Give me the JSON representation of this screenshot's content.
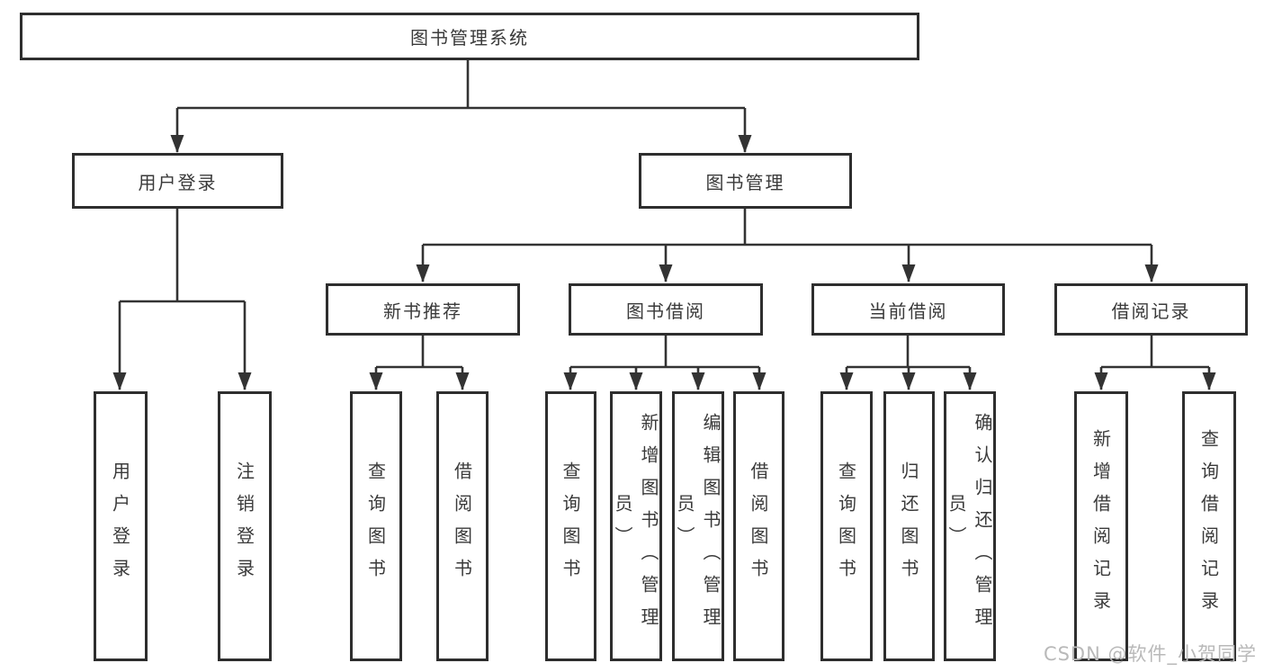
{
  "diagram": {
    "colors": {
      "background": "#ffffff",
      "box_border": "#2e2e2e",
      "line": "#333333",
      "text": "#3a3a3a",
      "watermark": "#b9b9b9"
    },
    "nodes": {
      "root": "图书管理系统",
      "user_login": "用户登录",
      "book_mgmt": "图书管理",
      "new_book_rec": "新书推荐",
      "book_borrow": "图书借阅",
      "current_borrow": "当前借阅",
      "borrow_record": "借阅记录",
      "leaf_user_login": "用户登录",
      "leaf_logout": "注销登录",
      "leaf_nbr_query": "查询图书",
      "leaf_nbr_borrow": "借阅图书",
      "leaf_bb_query": "查询图书",
      "leaf_bb_add": "新增图书（管理员）",
      "leaf_bb_edit": "编辑图书（管理员）",
      "leaf_bb_borrow": "借阅图书",
      "leaf_cb_query": "查询图书",
      "leaf_cb_return": "归还图书",
      "leaf_cb_confirm": "确认归还（管理员）",
      "leaf_br_add": "新增借阅记录",
      "leaf_br_query": "查询借阅记录"
    },
    "hierarchy": [
      {
        "parent": "图书管理系统",
        "children": [
          "用户登录",
          "图书管理"
        ]
      },
      {
        "parent": "用户登录",
        "children": [
          "用户登录",
          "注销登录"
        ]
      },
      {
        "parent": "图书管理",
        "children": [
          "新书推荐",
          "图书借阅",
          "当前借阅",
          "借阅记录"
        ]
      },
      {
        "parent": "新书推荐",
        "children": [
          "查询图书",
          "借阅图书"
        ]
      },
      {
        "parent": "图书借阅",
        "children": [
          "查询图书",
          "新增图书（管理员）",
          "编辑图书（管理员）",
          "借阅图书"
        ]
      },
      {
        "parent": "当前借阅",
        "children": [
          "查询图书",
          "归还图书",
          "确认归还（管理员）"
        ]
      },
      {
        "parent": "借阅记录",
        "children": [
          "新增借阅记录",
          "查询借阅记录"
        ]
      }
    ],
    "watermark": "CSDN @软件_小贺同学"
  }
}
